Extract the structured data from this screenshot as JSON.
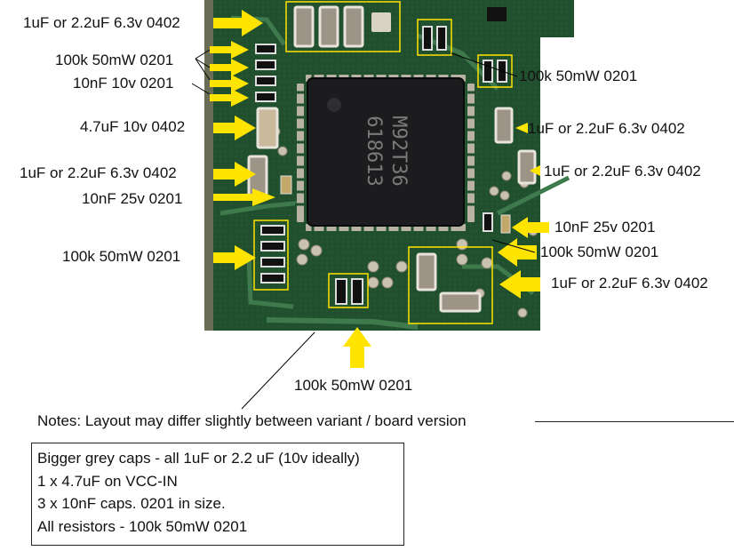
{
  "colors": {
    "arrow": "#ffe400",
    "pcb": "#1f4d2f",
    "highlight_box": "#ffe400",
    "chip": "#1c1c1e"
  },
  "chip": {
    "marking_line1": "M92T36",
    "marking_line2": "618613"
  },
  "labels": {
    "l1": "1uF or 2.2uF 6.3v 0402",
    "l2": "100k 50mW 0201",
    "l3": "10nF 10v 0201",
    "l4": "4.7uF 10v 0402",
    "l5": "1uF or 2.2uF 6.3v 0402",
    "l6": "10nF 25v 0201",
    "l7": "100k 50mW 0201",
    "r1": "100k 50mW 0201",
    "r2": "1uF or 2.2uF 6.3v 0402",
    "r3": "1uF or 2.2uF 6.3v 0402",
    "r4": "10nF 25v 0201",
    "r5": "100k 50mW 0201",
    "r6": "1uF or 2.2uF 6.3v 0402",
    "b1": "100k 50mW 0201"
  },
  "notes": {
    "text": "Notes: Layout may differ slightly between variant / board version",
    "box_lines": [
      "Bigger grey caps - all 1uF or 2.2 uF (10v ideally)",
      "1 x 4.7uF on VCC-IN",
      "3 x 10nF caps. 0201 in size.",
      "All resistors - 100k 50mW 0201"
    ]
  }
}
